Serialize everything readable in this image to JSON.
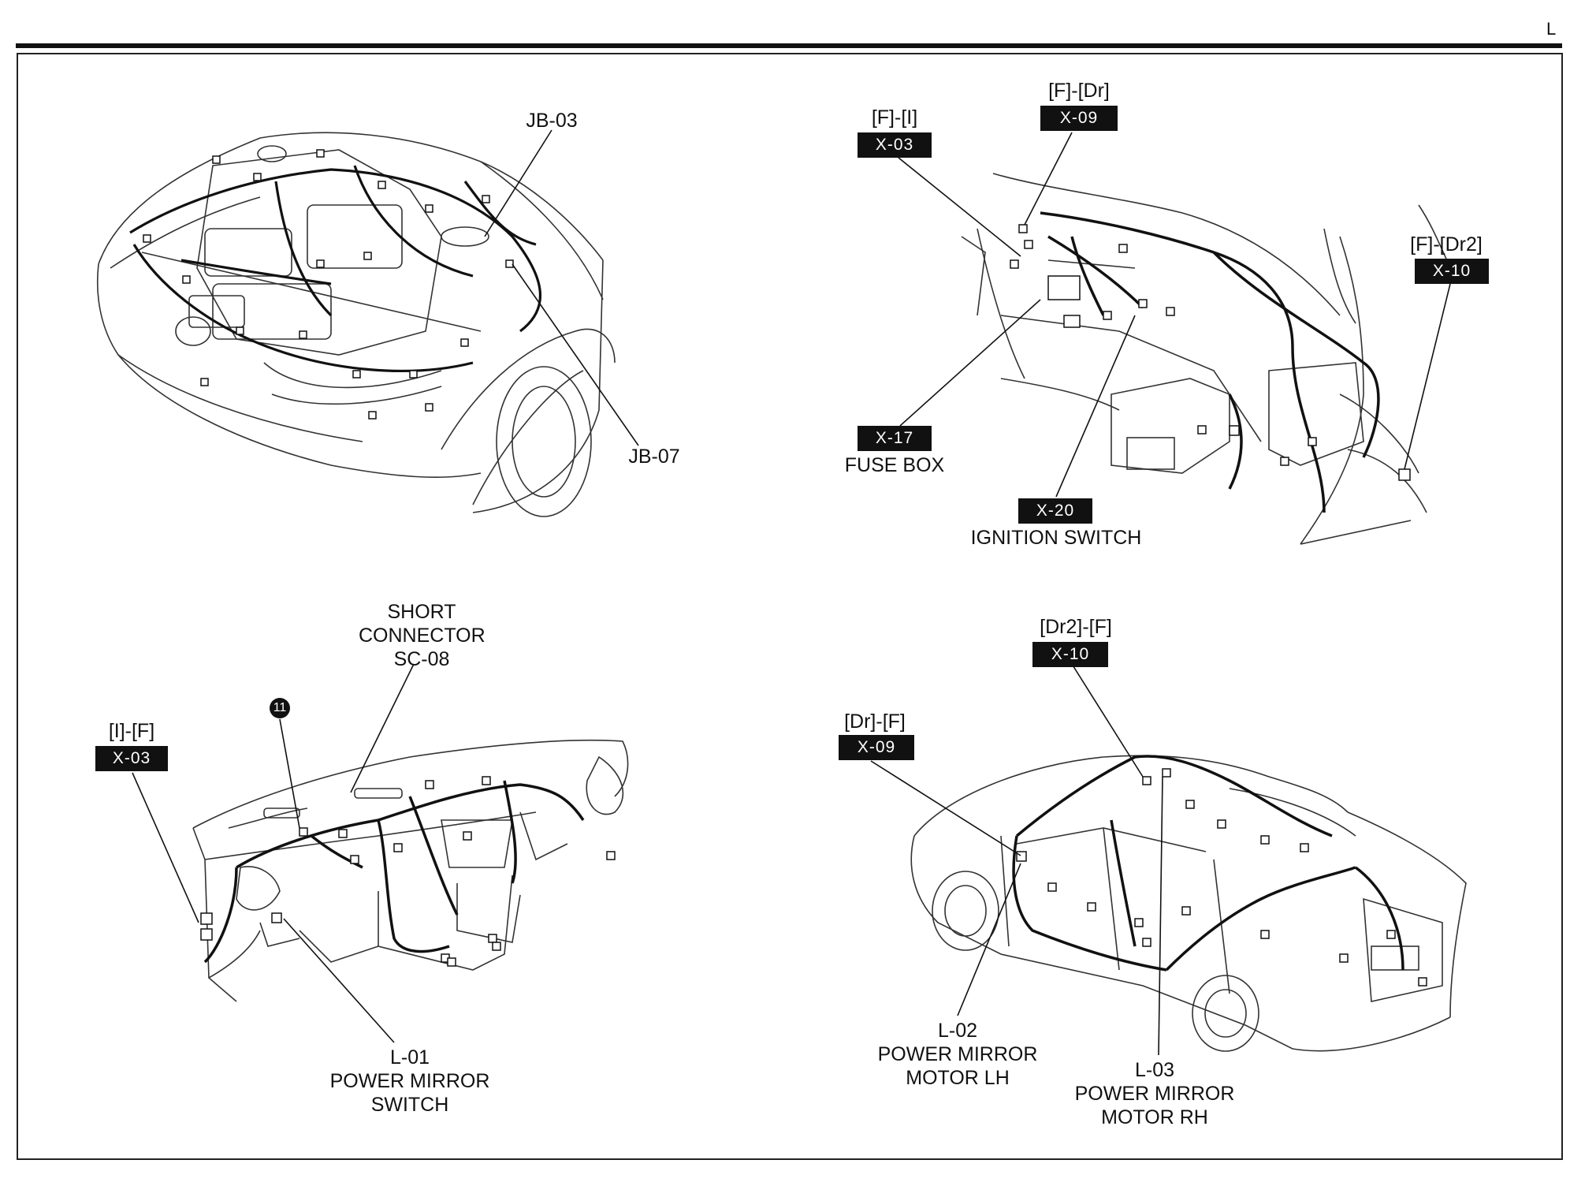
{
  "page": {
    "corner_letter": "L"
  },
  "engine_bay": {
    "jb03": "JB-03",
    "jb07": "JB-07"
  },
  "interior_front": {
    "conn_fi": {
      "pair": "[F]-[I]",
      "code": "X-03"
    },
    "conn_fdr": {
      "pair": "[F]-[Dr]",
      "code": "X-09"
    },
    "conn_fdr2": {
      "pair": "[F]-[Dr2]",
      "code": "X-10"
    },
    "fuse_box": {
      "code": "X-17",
      "name": "FUSE BOX"
    },
    "ignition": {
      "code": "X-20",
      "name": "IGNITION SWITCH"
    }
  },
  "dashboard": {
    "conn_if": {
      "pair": "[I]-[F]",
      "code": "X-03"
    },
    "short_connector": {
      "line1": "SHORT",
      "line2": "CONNECTOR",
      "line3": "SC-08"
    },
    "ground_marker": "11",
    "mirror_switch": {
      "code": "L-01",
      "line1": "POWER MIRROR",
      "line2": "SWITCH"
    }
  },
  "body_harness": {
    "conn_dr2f": {
      "pair": "[Dr2]-[F]",
      "code": "X-10"
    },
    "conn_drf": {
      "pair": "[Dr]-[F]",
      "code": "X-09"
    },
    "motor_lh": {
      "code": "L-02",
      "line1": "POWER MIRROR",
      "line2": "MOTOR LH"
    },
    "motor_rh": {
      "code": "L-03",
      "line1": "POWER MIRROR",
      "line2": "MOTOR RH"
    }
  }
}
